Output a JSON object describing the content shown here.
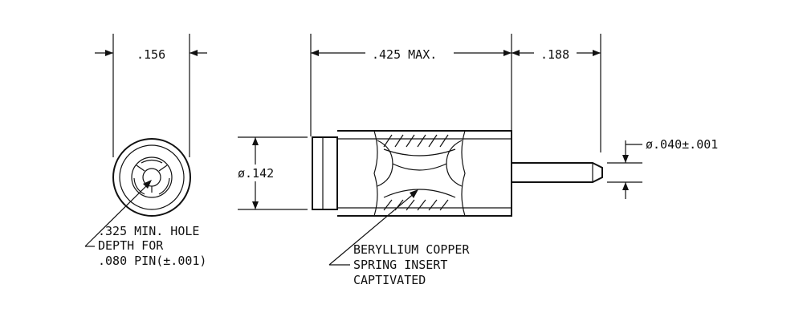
{
  "dimensions": {
    "end_view_diameter": ".156",
    "body_length": ".425 MAX.",
    "pin_length": ".188",
    "body_diameter": "ø.142",
    "pin_diameter": "ø.040±.001"
  },
  "notes": {
    "hole": [
      ".325 MIN. HOLE",
      "DEPTH FOR",
      ".080 PIN(±.001)"
    ],
    "insert": [
      "BERYLLIUM COPPER",
      "SPRING INSERT",
      "CAPTIVATED"
    ]
  }
}
